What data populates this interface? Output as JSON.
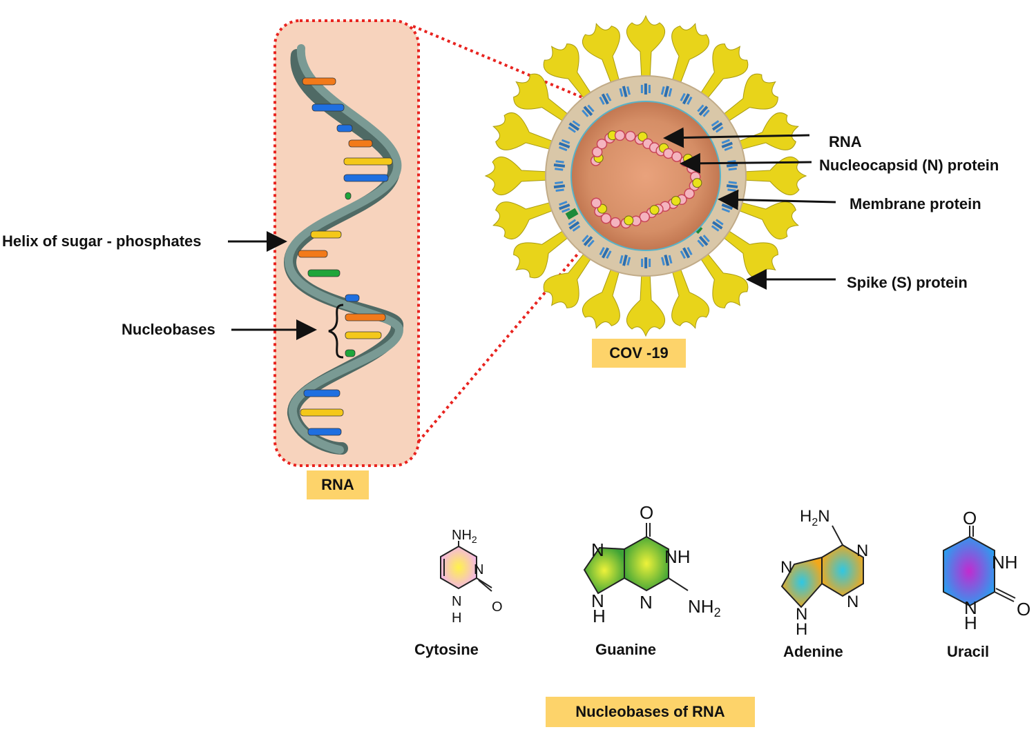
{
  "labels": {
    "helix": "Helix of sugar - phosphates",
    "nucleobases": "Nucleobases",
    "rna": "RNA",
    "nucleocapsid": "Nucleocapsid (N) protein",
    "membrane": "Membrane protein",
    "spike": "Spike (S) protein"
  },
  "boxes": {
    "rna": "RNA",
    "cov": "COV -19",
    "nucleobases_of_rna": "Nucleobases of RNA"
  },
  "molecules": {
    "cytosine": {
      "name": "Cytosine",
      "atoms": {
        "nh2": "NH",
        "nh2_sub": "2",
        "n": "N",
        "o": "O",
        "nh_n": "N",
        "nh_h": "H"
      }
    },
    "guanine": {
      "name": "Guanine",
      "atoms": {
        "o": "O",
        "n7": "N",
        "nh1": "NH",
        "n9": "N",
        "h9": "H",
        "n3": "N",
        "nh2": "NH",
        "nh2_sub": "2"
      }
    },
    "adenine": {
      "name": "Adenine",
      "atoms": {
        "h2n_h": "H",
        "h2n_sub": "2",
        "h2n_n": "N",
        "n7": "N",
        "n1": "N",
        "n3": "N",
        "n9": "N",
        "h9": "H"
      }
    },
    "uracil": {
      "name": "Uracil",
      "atoms": {
        "o1": "O",
        "nh": "NH",
        "n": "N",
        "h": "H",
        "o2": "O"
      }
    }
  },
  "colors": {
    "spike": "#e8d41a",
    "capsid_peach": "#f7d3bd",
    "dotted_red": "#e8231f",
    "label_box": "#fdd36a",
    "backbone": "#6f8d87",
    "base_orange": "#f27a1a",
    "base_blue": "#1f6fe0",
    "base_yellow": "#f4c81a",
    "base_green": "#1fa53a"
  }
}
